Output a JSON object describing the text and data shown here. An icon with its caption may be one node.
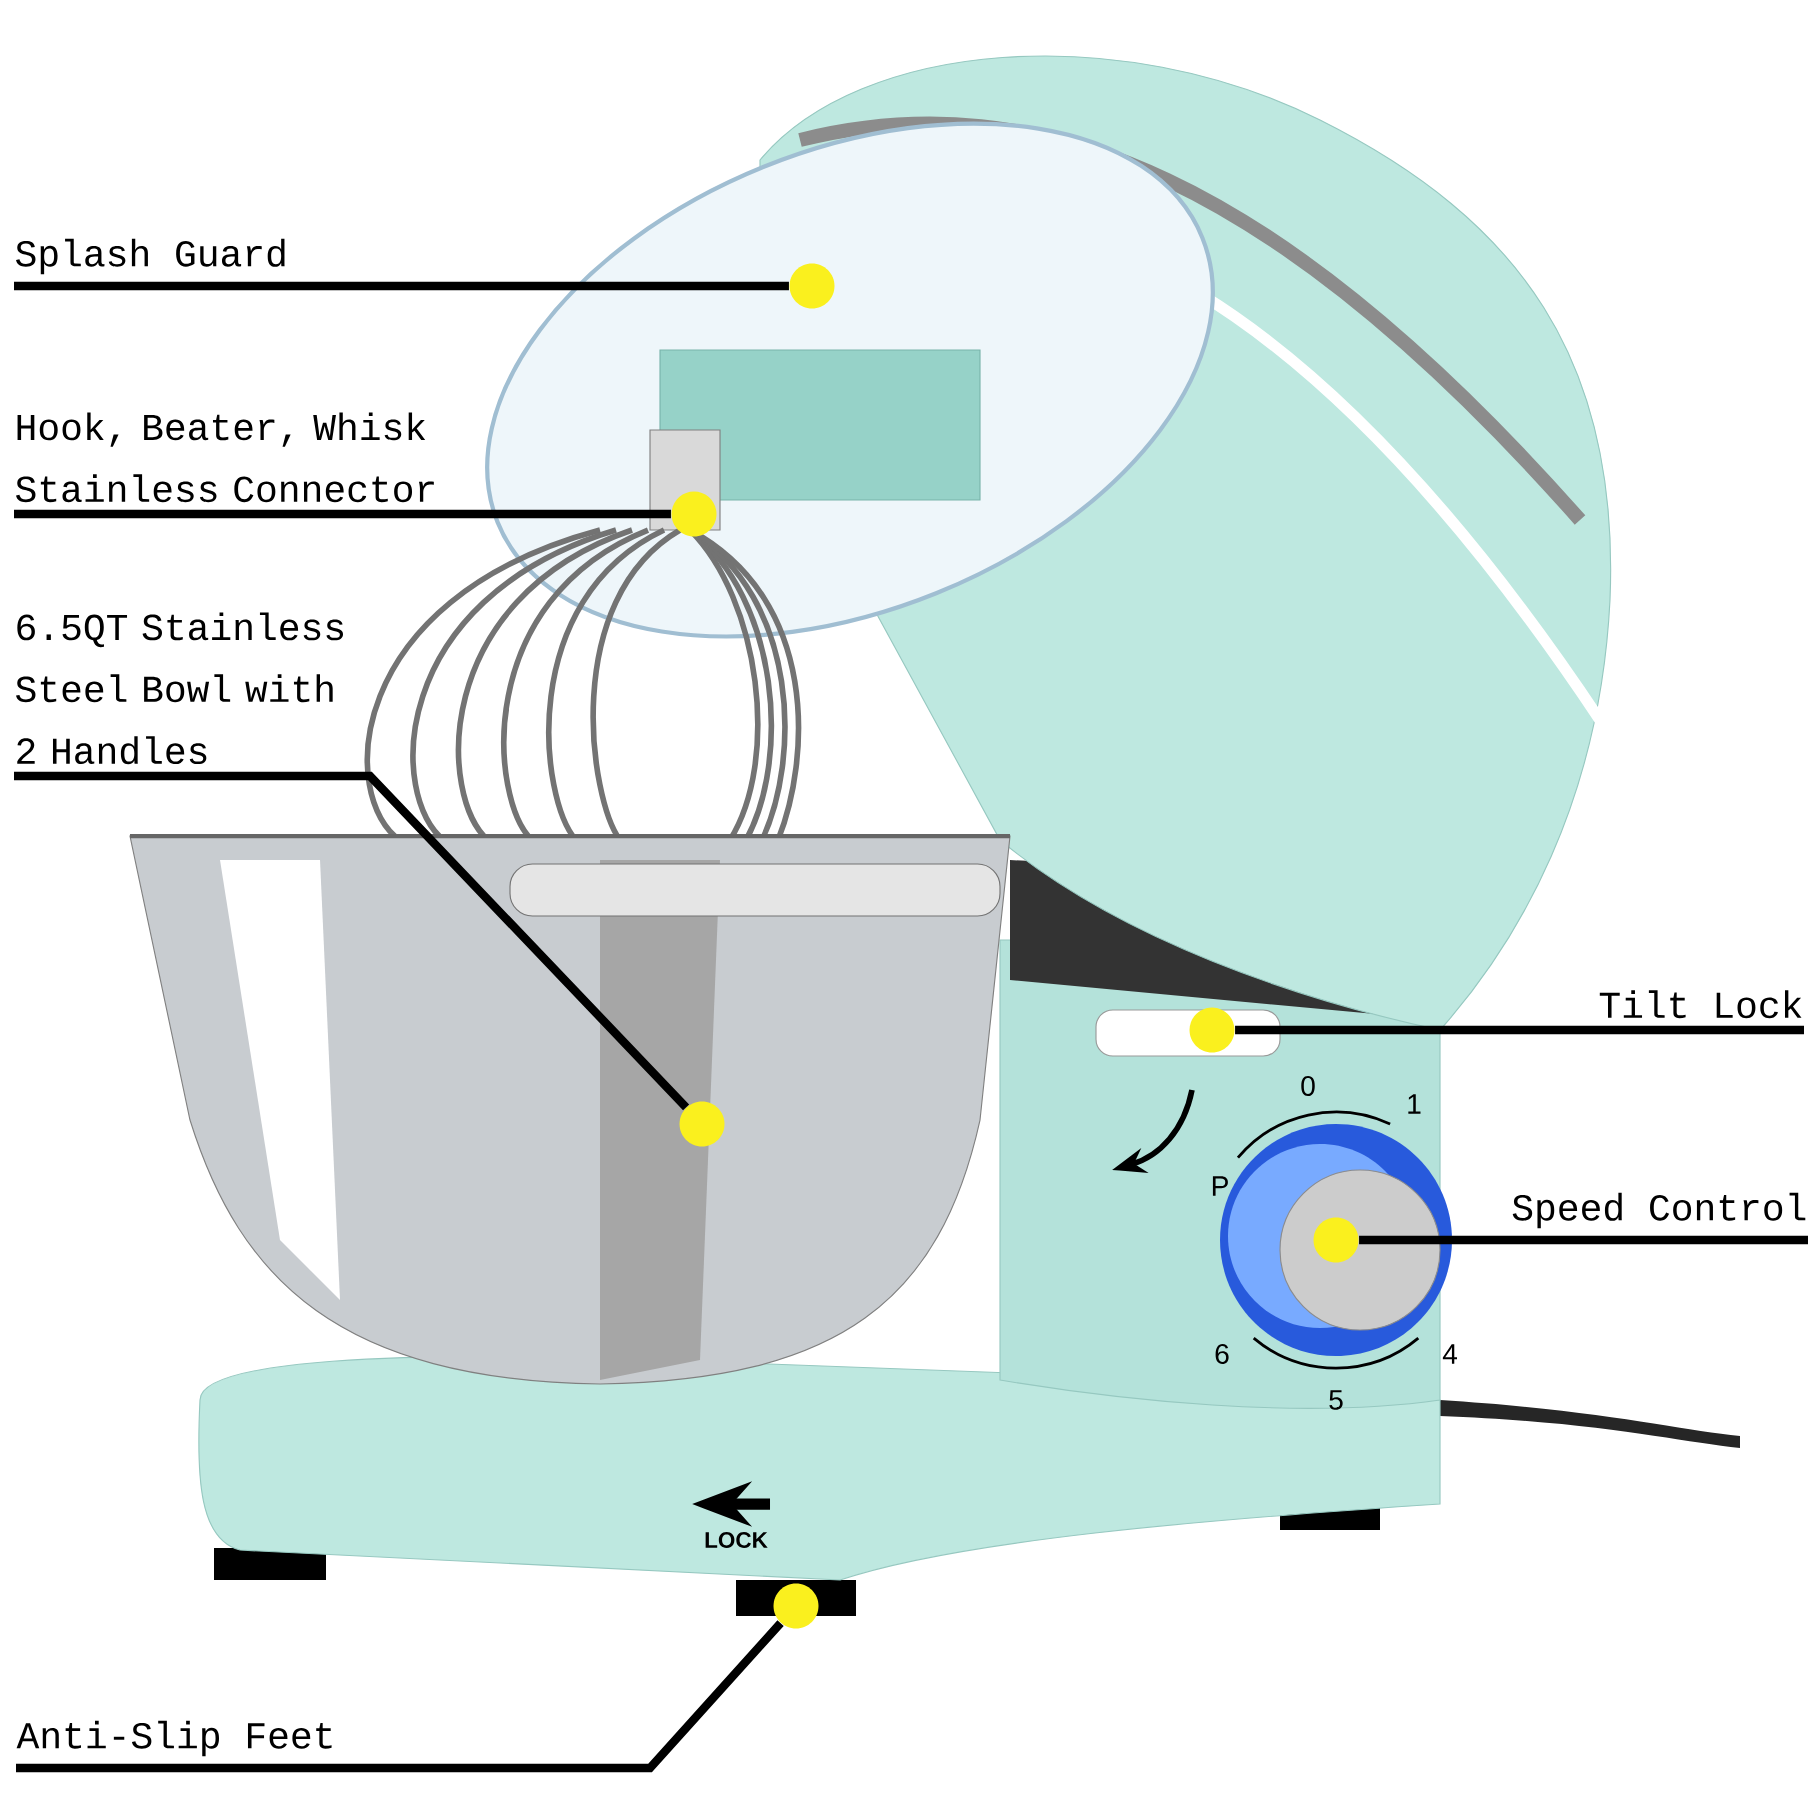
{
  "diagram": {
    "nodes": [
      {
        "text": [
          "Splash Guard"
        ]
      },
      {
        "text": [
          "Hook, Beater, Whisk Stainless Connector"
        ]
      },
      {
        "text": [
          "6.5QT Stainless Steel Bowl with 2 Handles"
        ]
      },
      {
        "text": [
          "Tilt Lock"
        ]
      },
      {
        "text": [
          "Speed Control"
        ]
      },
      {
        "text": [
          "Anti-Slip Feet"
        ]
      },
      {
        "text": [],
        "shape": "circle"
      },
      {
        "text": [],
        "shape": "circle"
      },
      {
        "text": [],
        "shape": "circle"
      },
      {
        "text": [],
        "shape": "circle"
      },
      {
        "text": [],
        "shape": "circle"
      },
      {
        "text": [],
        "shape": "circle"
      }
    ],
    "edges": [
      {
        "from": 0,
        "to": 6,
        "arrow": "none"
      },
      {
        "from": 1,
        "to": 7,
        "arrow": "none"
      },
      {
        "from": 2,
        "to": 8,
        "arrow": "none"
      },
      {
        "from": 3,
        "to": 9,
        "arrow": "none"
      },
      {
        "from": 4,
        "to": 10,
        "arrow": "none"
      },
      {
        "from": 5,
        "to": 11,
        "arrow": "none"
      }
    ],
    "labels": [
      "0",
      "1",
      "P",
      "6",
      "5",
      "4",
      "LOCK"
    ]
  }
}
